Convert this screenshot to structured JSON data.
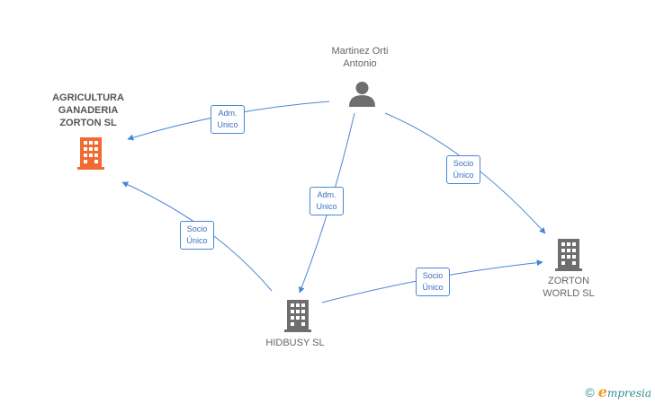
{
  "nodes": {
    "person": {
      "label": "Martinez Orti\nAntonio",
      "icon": "person-icon",
      "color": "#6e6e6e"
    },
    "agricultura": {
      "label": "AGRICULTURA\nGANADERIA\nZORTON  SL",
      "icon": "building-icon",
      "color": "#f26a33"
    },
    "zorton_world": {
      "label": "ZORTON\nWORLD SL",
      "icon": "building-icon",
      "color": "#6e6e6e"
    },
    "hidbusy": {
      "label": "HIDBUSY SL",
      "icon": "building-icon",
      "color": "#6e6e6e"
    }
  },
  "edges": [
    {
      "from": "person",
      "to": "agricultura",
      "label": "Adm.\nUnico"
    },
    {
      "from": "person",
      "to": "hidbusy",
      "label": "Adm.\nUnico"
    },
    {
      "from": "person",
      "to": "zorton_world",
      "label": "Socio\nÚnico"
    },
    {
      "from": "hidbusy",
      "to": "agricultura",
      "label": "Socio\nÚnico"
    },
    {
      "from": "hidbusy",
      "to": "zorton_world",
      "label": "Socio\nÚnico"
    }
  ],
  "edge_color": "#4a86d6",
  "footer": {
    "copyright": "©",
    "brand_initial": "e",
    "brand_rest": "mpresia"
  }
}
